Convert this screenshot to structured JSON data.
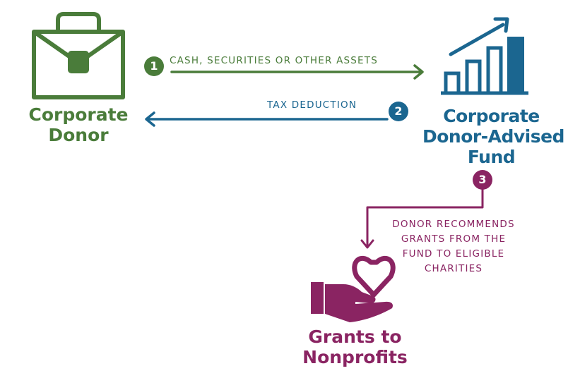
{
  "colors": {
    "donor": "#4a7c3a",
    "fund": "#1b6690",
    "nonprofit": "#8a2462"
  },
  "nodes": {
    "corporate_donor": {
      "icon": "briefcase-icon",
      "label_lines": [
        "Corporate",
        "Donor"
      ]
    },
    "donor_advised_fund": {
      "icon": "growth-chart-icon",
      "label_lines": [
        "Corporate",
        "Donor-Advised",
        "Fund"
      ]
    },
    "nonprofits": {
      "icon": "hand-heart-icon",
      "label_lines": [
        "Grants to",
        "Nonprofits"
      ]
    }
  },
  "steps": [
    {
      "number": "1",
      "text_lines": [
        "CASH, SECURITIES OR OTHER ASSETS"
      ]
    },
    {
      "number": "2",
      "text_lines": [
        "TAX DEDUCTION"
      ]
    },
    {
      "number": "3",
      "text_lines": [
        "DONOR RECOMMENDS",
        "GRANTS FROM THE",
        "FUND TO ELIGIBLE",
        "CHARITIES"
      ]
    }
  ]
}
